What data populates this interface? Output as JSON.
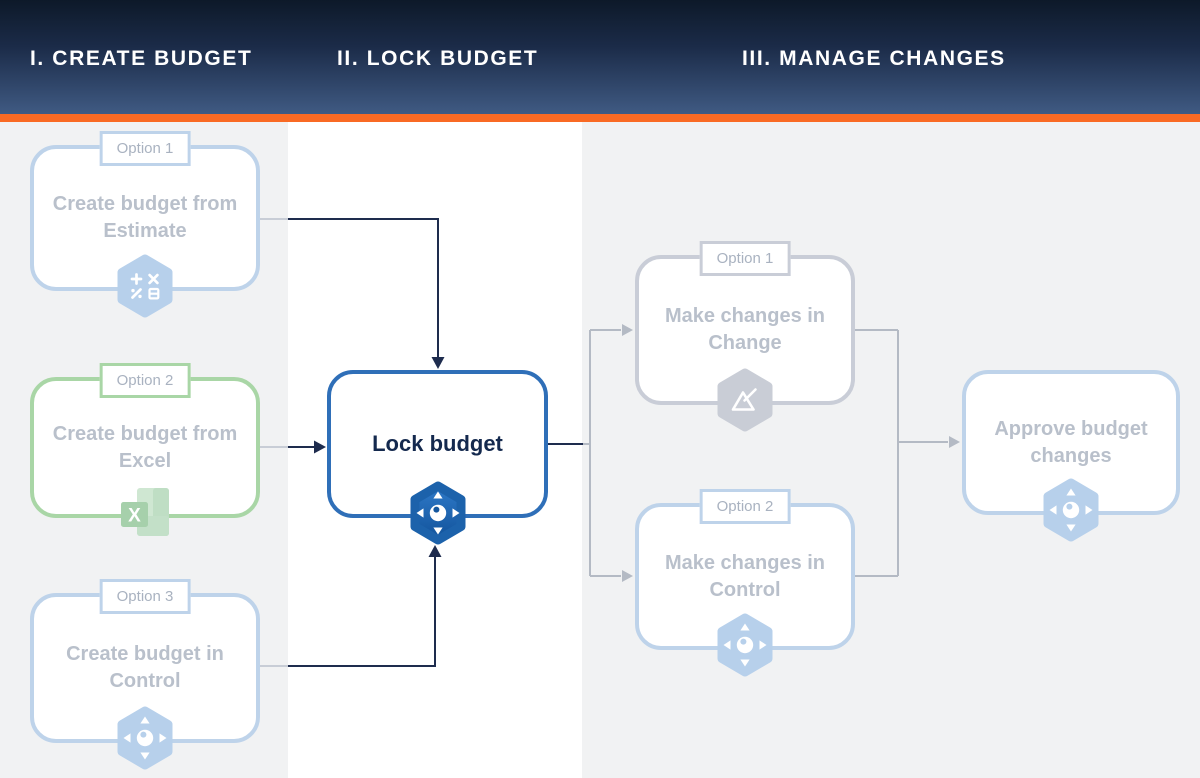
{
  "header": {
    "phases": [
      {
        "id": "create-budget",
        "label": "I. CREATE BUDGET"
      },
      {
        "id": "lock-budget",
        "label": "II. LOCK BUDGET"
      },
      {
        "id": "manage-changes",
        "label": "III. MANAGE CHANGES"
      }
    ],
    "colors": {
      "gradient_top": "#0d1929",
      "gradient_bottom": "#44608a",
      "accent_bar": "#f96a24"
    }
  },
  "diagram": {
    "nodes": [
      {
        "id": "create-estimate",
        "tag": "Option 1",
        "label": "Create budget from Estimate",
        "icon": "calculator-hexagon-icon",
        "accent": "#bed3ea",
        "state": "inactive"
      },
      {
        "id": "create-excel",
        "tag": "Option 2",
        "label": "Create budget from Excel",
        "icon": "excel-icon",
        "accent": "#a9d6a6",
        "state": "inactive"
      },
      {
        "id": "create-control",
        "tag": "Option 3",
        "label": "Create budget in Control",
        "icon": "control-dpad-hexagon-icon",
        "accent": "#bed3ea",
        "state": "inactive"
      },
      {
        "id": "lock-budget",
        "tag": "",
        "label": "Lock budget",
        "icon": "control-dpad-hexagon-icon",
        "accent": "#2f6fb8",
        "state": "active"
      },
      {
        "id": "change-change",
        "tag": "Option 1",
        "label": "Make changes in Change",
        "icon": "change-pencil-hexagon-icon",
        "accent": "#c9cdd7",
        "state": "inactive"
      },
      {
        "id": "change-control",
        "tag": "Option 2",
        "label": "Make changes in Control",
        "icon": "control-dpad-hexagon-icon",
        "accent": "#bed3ea",
        "state": "inactive"
      },
      {
        "id": "approve-changes",
        "tag": "",
        "label": "Approve budget changes",
        "icon": "control-dpad-hexagon-icon",
        "accent": "#bed3ea",
        "state": "inactive"
      }
    ],
    "edges": [
      {
        "from": "create-estimate",
        "to": "lock-budget",
        "style": "dark"
      },
      {
        "from": "create-excel",
        "to": "lock-budget",
        "style": "dark"
      },
      {
        "from": "create-control",
        "to": "lock-budget",
        "style": "dark"
      },
      {
        "from": "lock-budget",
        "to": "change-change",
        "style": "gray"
      },
      {
        "from": "lock-budget",
        "to": "change-control",
        "style": "gray"
      },
      {
        "from": "change-change",
        "to": "approve-changes",
        "style": "gray"
      },
      {
        "from": "change-control",
        "to": "approve-changes",
        "style": "gray"
      }
    ],
    "colors": {
      "edge_dark": "#1e2c4e",
      "edge_gray": "#b4bac4",
      "edge_faded_stub": "#c8cdd6",
      "text_inactive": "#b9c0cb",
      "text_active": "#14294e",
      "panel_gray": "#f1f2f3",
      "panel_white": "#ffffff",
      "lock_icon_top": "#2f7ac9",
      "lock_icon_bottom": "#11529a"
    }
  }
}
